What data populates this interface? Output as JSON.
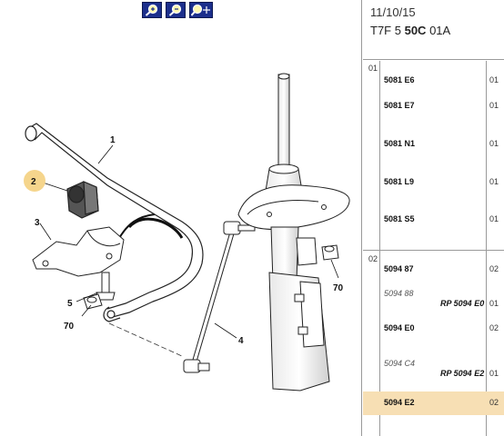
{
  "header": {
    "date": "11/10/15",
    "code_prefix": "T7F 5",
    "code_bold": "50C",
    "code_suffix": "01A"
  },
  "toolbar": {
    "zoom_in_icon": "magnifier-plus-icon",
    "zoom_out_icon": "magnifier-minus-icon",
    "zoom_fit_icon": "magnifier-move-icon"
  },
  "callouts": {
    "c1": "1",
    "c2": "2",
    "c3": "3",
    "c4": "4",
    "c5": "5",
    "c70a": "70",
    "c70b": "70"
  },
  "groups": [
    {
      "id": "01",
      "rows": [
        {
          "ref": "5081 E6",
          "qty": "01"
        },
        {
          "ref": "5081 E7",
          "qty": "01"
        },
        {
          "ref": "5081 N1",
          "qty": "01"
        },
        {
          "ref": "5081 L9",
          "qty": "01"
        },
        {
          "ref": "5081 S5",
          "qty": "01"
        }
      ]
    },
    {
      "id": "02",
      "rows": [
        {
          "ref": "5094 87",
          "qty": "02"
        },
        {
          "ref": "5094 88",
          "qty": "",
          "style": "italic"
        },
        {
          "ref": "RP 5094 E0",
          "qty": "01",
          "style": "rp"
        },
        {
          "ref": "5094 E0",
          "qty": "02"
        },
        {
          "ref": "5094 C4",
          "qty": "",
          "style": "italic"
        },
        {
          "ref": "RP 5094 E2",
          "qty": "01",
          "style": "rp"
        },
        {
          "ref": "5094 E2",
          "qty": "02",
          "selected": true
        }
      ]
    }
  ],
  "colors": {
    "toolbar": "#1c2f8c",
    "selected_row": "#f7dfb4",
    "callout_highlight": "#f5d58c"
  }
}
